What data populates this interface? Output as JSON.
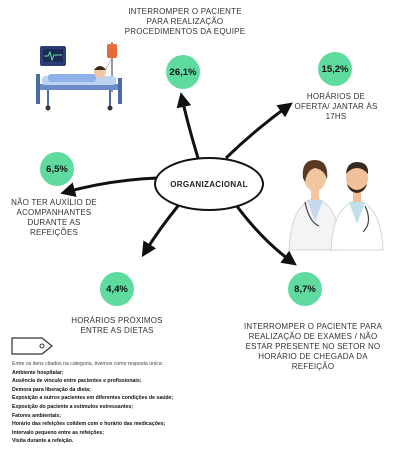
{
  "center": {
    "label": "ORGANIZACIONAL"
  },
  "nodes": [
    {
      "id": "top",
      "percent": "26,1%",
      "label_lines": [
        "INTERROMPER O PACIENTE",
        "PARA REALIZAÇÃO",
        "PROCEDIMENTOS DA EQUIPE"
      ]
    },
    {
      "id": "top-right",
      "percent": "15,2%",
      "label_lines": [
        "HORÁRIOS DE",
        "OFERTA/ JANTAR ÀS",
        "17HS"
      ]
    },
    {
      "id": "left",
      "percent": "6,5%",
      "label_lines": [
        "NÃO TER AUXÍLIO DE",
        "ACOMPANHANTES",
        "DURANTE AS",
        "REFEIÇÕES"
      ]
    },
    {
      "id": "bottom-left",
      "percent": "4,4%",
      "label_lines": [
        "HORÁRIOS PRÓXIMOS",
        "ENTRE AS DIETAS"
      ]
    },
    {
      "id": "bottom-right",
      "percent": "8,7%",
      "label_lines": [
        "INTERROMPER O PACIENTE PARA",
        "REALIZAÇÃO DE EXAMES / NÃO",
        "ESTAR PRESENTE NO SETOR NO",
        "HORÁRIO DE CHEGADA DA",
        "REFEIÇÃO"
      ]
    }
  ],
  "notes": {
    "intro": "Entre os itens citados na categoria, tivemos como resposta única:",
    "items": [
      "Ambiente hospitalar;",
      "Ausência de vínculo entre pacientes e profissionais;",
      "Demora para liberação da dieta;",
      "Exposição a outros pacientes em diferentes condições de saúde;",
      "Exposição do paciente a estímulos estressantes;",
      "Fatores ambientais;",
      "Horário das refeições colidem com o horário das medicações;",
      "Intervalo pequeno entre as refeições;",
      "Visita durante a refeição."
    ]
  },
  "colors": {
    "circle": "#5fdba0",
    "arrow": "#111111"
  },
  "icons": [
    "hospital-bed-illustration",
    "doctors-illustration",
    "tag-icon"
  ]
}
